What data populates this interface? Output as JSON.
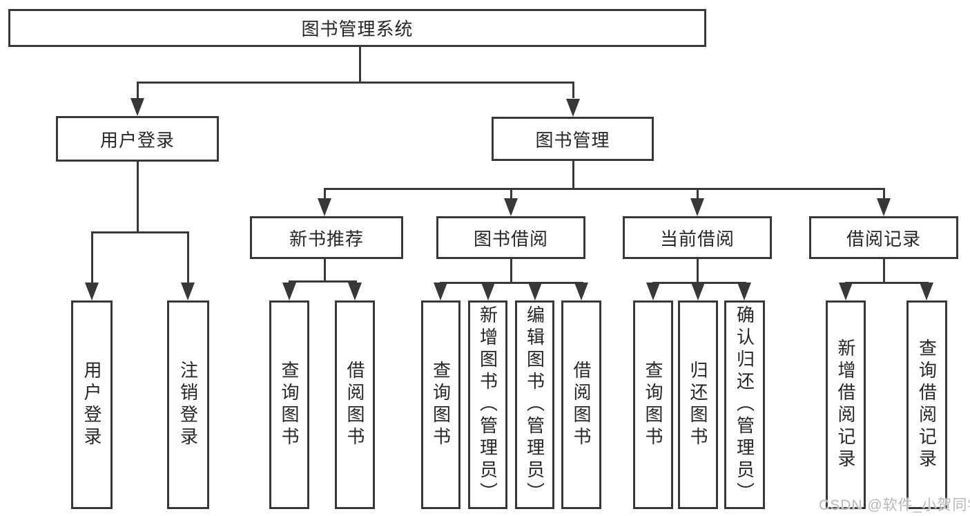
{
  "diagram": {
    "root": {
      "label": "图书管理系统"
    },
    "level2": {
      "user_login": {
        "label": "用户登录"
      },
      "book_management": {
        "label": "图书管理"
      }
    },
    "level3": {
      "new_book_recommend": {
        "label": "新书推荐"
      },
      "book_borrowing": {
        "label": "图书借阅"
      },
      "current_borrowing": {
        "label": "当前借阅"
      },
      "borrowing_records": {
        "label": "借阅记录"
      }
    },
    "leaves": {
      "user_login": [
        "用户登录",
        "注销登录"
      ],
      "new_book_recommend": [
        "查询图书",
        "借阅图书"
      ],
      "book_borrowing": [
        "查询图书",
        "新增图书（管理员）",
        "编辑图书（管理员）",
        "借阅图书"
      ],
      "current_borrowing": [
        "查询图书",
        "归还图书",
        "确认归还（管理员）"
      ],
      "borrowing_records": [
        "新增借阅记录",
        "查询借阅记录"
      ]
    }
  },
  "watermark": {
    "text": "CSDN @软件_小贺同学"
  },
  "colors": {
    "line": "#383838",
    "text": "#262626",
    "box_background": "#ffffff",
    "background": "#ffffff",
    "watermark": "#b9b9b9"
  }
}
